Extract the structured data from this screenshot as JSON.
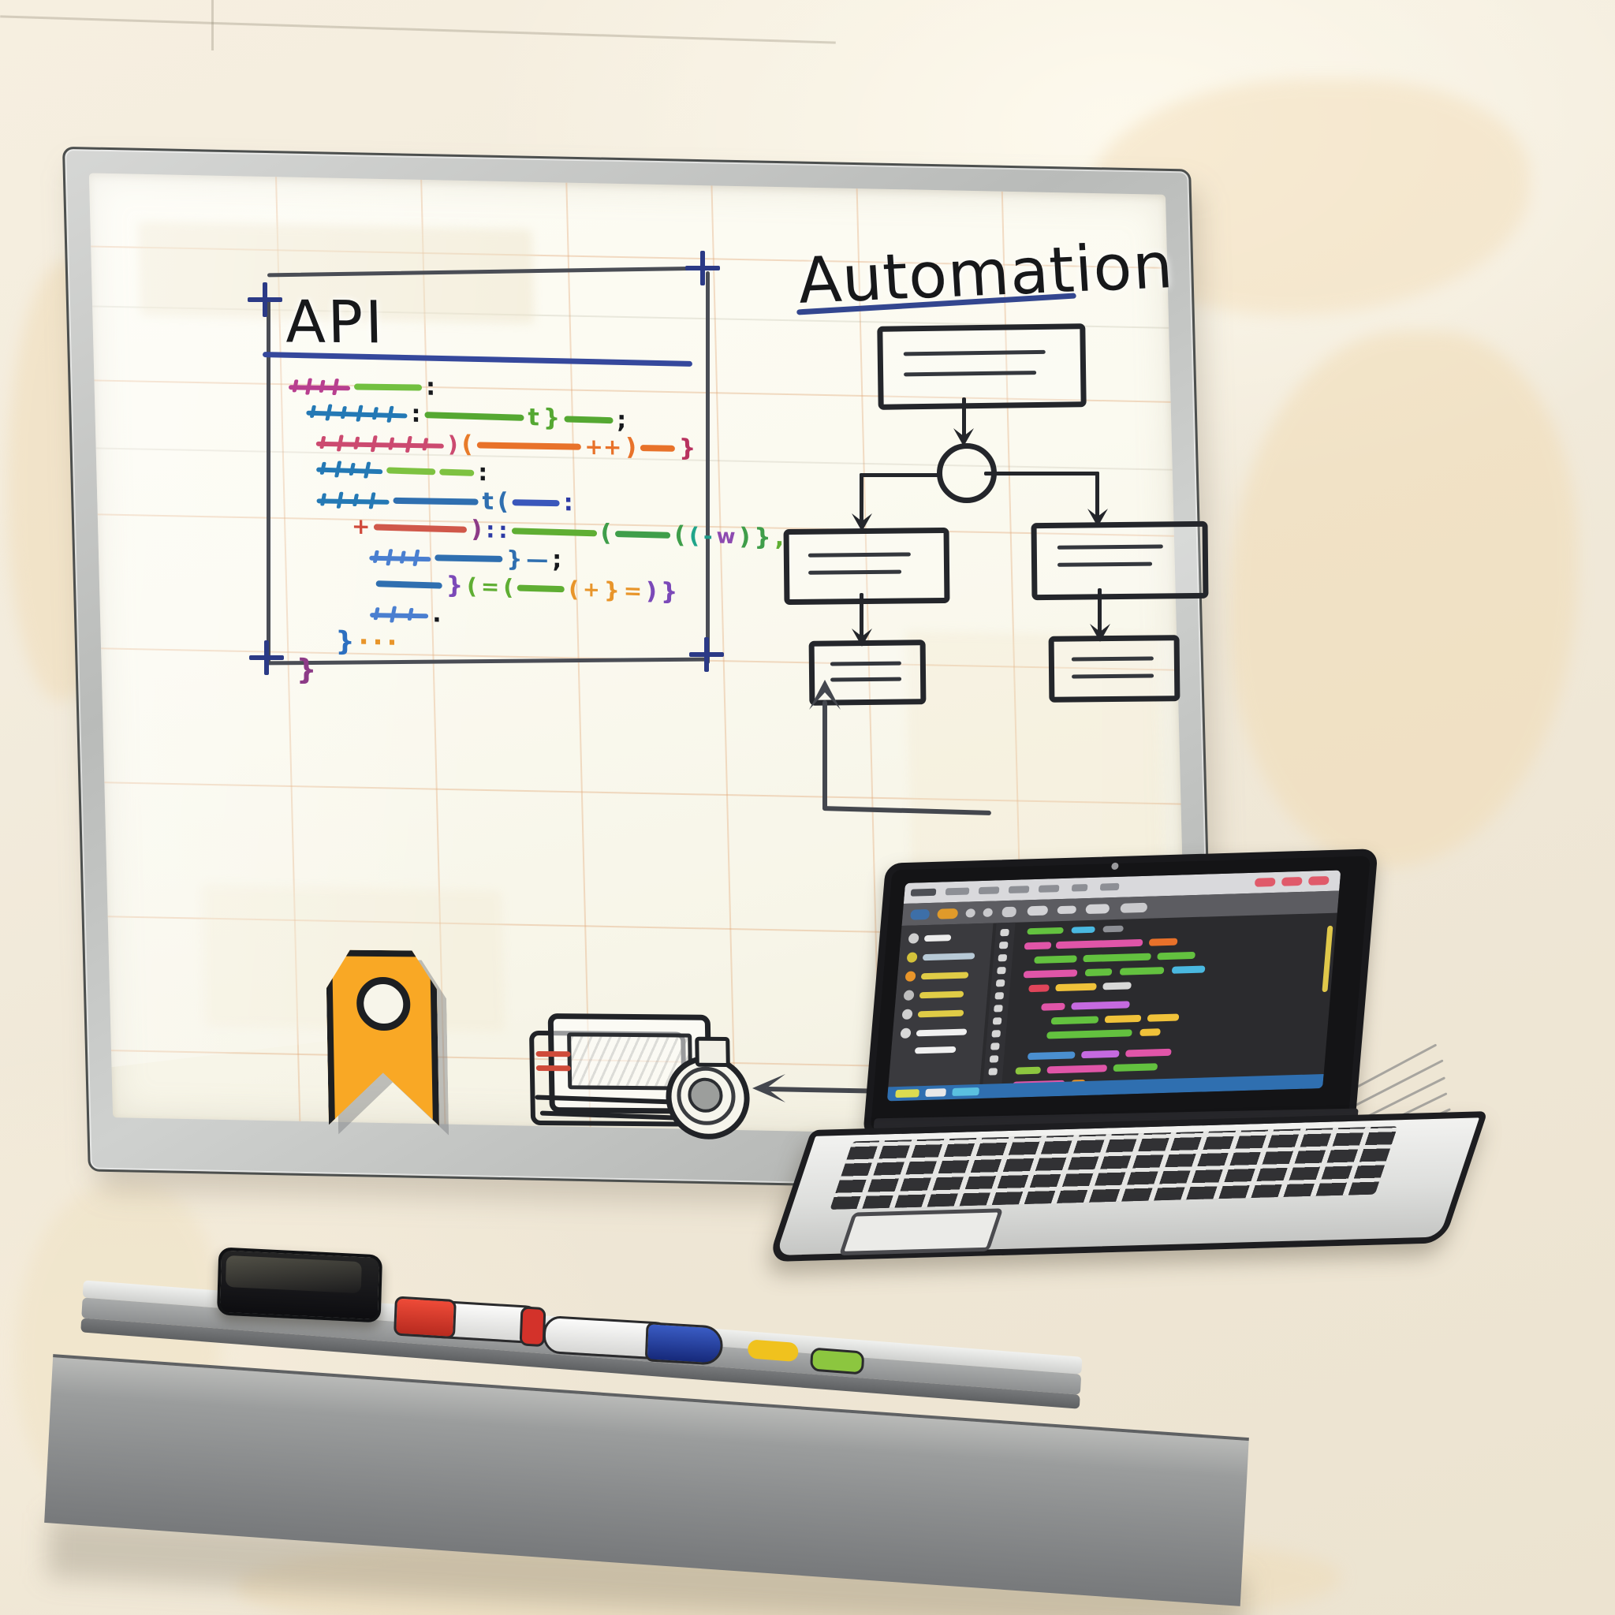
{
  "scene": {
    "kind": "whiteboard-sketch",
    "surface": "office whiteboard on a cream painted wall",
    "board_tint": "#faf8ec",
    "frame_color": "#bcbebc",
    "grid_color": "#e2a878"
  },
  "headings": {
    "api": {
      "text": "API",
      "underline_color": "#35489c"
    },
    "automation": {
      "text": "Automation",
      "underline_color": "#33468f"
    }
  },
  "code_panel": {
    "frame_color": "#4a4d55",
    "corner_marks": 4,
    "corner_mark_color": "#2b3a86",
    "lines": [
      {
        "indent": 0,
        "tokens": [
          {
            "kind": "hatch",
            "color": "#b83f8f",
            "w": 78
          },
          {
            "kind": "bar",
            "color": "#72c040",
            "w": 86
          },
          {
            "kind": "glyph",
            "color": "#16181c",
            "text": ":",
            "size": 30
          }
        ]
      },
      {
        "indent": 22,
        "tokens": [
          {
            "kind": "hatch",
            "color": "#2479b5",
            "w": 128
          },
          {
            "kind": "glyph",
            "color": "#16181c",
            "text": ":",
            "size": 30
          },
          {
            "kind": "bar",
            "color": "#55a832",
            "w": 126
          },
          {
            "kind": "glyph",
            "color": "#55a832",
            "text": "t",
            "size": 30
          },
          {
            "kind": "glyph",
            "color": "#55a832",
            "text": "}",
            "size": 30
          },
          {
            "kind": "bar",
            "color": "#55a832",
            "w": 62
          },
          {
            "kind": "glyph",
            "color": "#16181c",
            "text": ";",
            "size": 30
          }
        ]
      },
      {
        "indent": 34,
        "tokens": [
          {
            "kind": "hatch",
            "color": "#cc4a70",
            "w": 162
          },
          {
            "kind": "glyph",
            "color": "#cc4a70",
            "text": ")",
            "size": 28
          },
          {
            "kind": "glyph",
            "color": "#e87b2a",
            "text": "(",
            "size": 30
          },
          {
            "kind": "bar",
            "color": "#e8722a",
            "w": 132
          },
          {
            "kind": "glyph",
            "color": "#e8722a",
            "text": "++",
            "size": 28
          },
          {
            "kind": "glyph",
            "color": "#e8722a",
            "text": ")",
            "size": 30
          },
          {
            "kind": "bar",
            "color": "#e8722a",
            "w": 44
          },
          {
            "kind": "glyph",
            "color": "#b8325f",
            "text": "}",
            "size": 30
          }
        ]
      },
      {
        "indent": 34,
        "tokens": [
          {
            "kind": "hatch",
            "color": "#2479b5",
            "w": 84
          },
          {
            "kind": "bar",
            "color": "#7ec241",
            "w": 62
          },
          {
            "kind": "bar",
            "color": "#7ec241",
            "w": 44
          },
          {
            "kind": "glyph",
            "color": "#16181c",
            "text": ":",
            "size": 30
          }
        ]
      },
      {
        "indent": 34,
        "tokens": [
          {
            "kind": "hatch",
            "color": "#2479b5",
            "w": 92
          },
          {
            "kind": "bar",
            "color": "#2f6fb0",
            "w": 108
          },
          {
            "kind": "glyph",
            "color": "#2f6fb0",
            "text": "t",
            "size": 30
          },
          {
            "kind": "glyph",
            "color": "#2f6fb0",
            "text": "(",
            "size": 30
          },
          {
            "kind": "bar",
            "color": "#3a57bb",
            "w": 60
          },
          {
            "kind": "glyph",
            "color": "#2c3aa5",
            "text": ":",
            "size": 30
          }
        ]
      },
      {
        "indent": 78,
        "tokens": [
          {
            "kind": "glyph",
            "color": "#d04a3c",
            "text": "+",
            "size": 28
          },
          {
            "kind": "bar",
            "color": "#d0584a",
            "w": 118
          },
          {
            "kind": "glyph",
            "color": "#8d3b87",
            "text": ")",
            "size": 30
          },
          {
            "kind": "glyph",
            "color": "#2c3aa5",
            "text": ":",
            "size": 28
          },
          {
            "kind": "glyph",
            "color": "#2c3aa5",
            "text": ":",
            "size": 28
          },
          {
            "kind": "bar",
            "color": "#5fae33",
            "w": 108
          },
          {
            "kind": "glyph",
            "color": "#3f9e4a",
            "text": "(",
            "size": 30
          },
          {
            "kind": "bar",
            "color": "#3f9e4a",
            "w": 70
          },
          {
            "kind": "glyph",
            "color": "#3f9e4a",
            "text": "(",
            "size": 30
          },
          {
            "kind": "glyph",
            "color": "#20a58a",
            "text": "(",
            "size": 28
          },
          {
            "kind": "glyph",
            "color": "#1f9f8c",
            "text": "-",
            "size": 28
          },
          {
            "kind": "glyph",
            "color": "#8d4ab0",
            "text": "w",
            "size": 26
          },
          {
            "kind": "glyph",
            "color": "#3f9e4a",
            "text": ")",
            "size": 30
          },
          {
            "kind": "glyph",
            "color": "#3f9e4a",
            "text": "}",
            "size": 30
          },
          {
            "kind": "glyph",
            "color": "#5fae33",
            "text": ",",
            "size": 30
          }
        ]
      },
      {
        "indent": 100,
        "tokens": [
          {
            "kind": "hatch",
            "color": "#4a7fd0",
            "w": 78
          },
          {
            "kind": "bar",
            "color": "#2f6fb0",
            "w": 86
          },
          {
            "kind": "glyph",
            "color": "#2f6fb0",
            "text": "}",
            "size": 28
          },
          {
            "kind": "glyph",
            "color": "#2f6fb0",
            "text": "—",
            "size": 28
          },
          {
            "kind": "glyph",
            "color": "#16181c",
            "text": ";",
            "size": 30
          }
        ]
      },
      {
        "indent": 108,
        "tokens": [
          {
            "kind": "bar",
            "color": "#2f6fb0",
            "w": 84
          },
          {
            "kind": "glyph",
            "color": "#7b49b8",
            "text": "}",
            "size": 30
          },
          {
            "kind": "glyph",
            "color": "#5fae33",
            "text": "(",
            "size": 28
          },
          {
            "kind": "glyph",
            "color": "#5fae33",
            "text": "=",
            "size": 28
          },
          {
            "kind": "glyph",
            "color": "#5fae33",
            "text": "(",
            "size": 28
          },
          {
            "kind": "bar",
            "color": "#5fae33",
            "w": 60
          },
          {
            "kind": "glyph",
            "color": "#e8952a",
            "text": "(",
            "size": 28
          },
          {
            "kind": "glyph",
            "color": "#e8952a",
            "text": "+",
            "size": 26
          },
          {
            "kind": "glyph",
            "color": "#e8952a",
            "text": "}",
            "size": 28
          },
          {
            "kind": "glyph",
            "color": "#e8952a",
            "text": "=",
            "size": 28
          },
          {
            "kind": "glyph",
            "color": "#7b49b8",
            "text": ")",
            "size": 30
          },
          {
            "kind": "glyph",
            "color": "#7b49b8",
            "text": "}",
            "size": 30
          }
        ]
      },
      {
        "indent": 100,
        "tokens": [
          {
            "kind": "hatch",
            "color": "#4a7fd0",
            "w": 74
          },
          {
            "kind": "glyph",
            "color": "#16181c",
            "text": ".",
            "size": 30
          }
        ]
      },
      {
        "indent": 56,
        "tokens": [
          {
            "kind": "glyph",
            "color": "#2c6fc0",
            "text": "}",
            "size": 34
          },
          {
            "kind": "glyph",
            "color": "#e8952a",
            "text": "·",
            "size": 34
          },
          {
            "kind": "glyph",
            "color": "#e8952a",
            "text": "·",
            "size": 34
          },
          {
            "kind": "glyph",
            "color": "#e8952a",
            "text": "·",
            "size": 34
          }
        ]
      },
      {
        "indent": 6,
        "tokens": [
          {
            "kind": "glyph",
            "color": "#8d3b87",
            "text": "}",
            "size": 36
          }
        ]
      }
    ]
  },
  "flowchart": {
    "stroke_color": "#24262b",
    "nodes": [
      {
        "name": "root-box",
        "shape": "rect",
        "text_lines": 2
      },
      {
        "name": "decision-node",
        "shape": "circle",
        "text_lines": 0
      },
      {
        "name": "left-branch-box",
        "shape": "rect",
        "text_lines": 2
      },
      {
        "name": "right-branch-box",
        "shape": "rect",
        "text_lines": 2
      },
      {
        "name": "left-leaf-box",
        "shape": "rect",
        "text_lines": 2
      },
      {
        "name": "right-leaf-box",
        "shape": "rect",
        "text_lines": 2
      }
    ],
    "edges": [
      {
        "from": "root-box",
        "to": "decision-node",
        "arrow": "down"
      },
      {
        "from": "decision-node",
        "to": "left-branch-box",
        "arrow": "down"
      },
      {
        "from": "decision-node",
        "to": "right-branch-box",
        "arrow": "down"
      },
      {
        "from": "left-branch-box",
        "to": "left-leaf-box",
        "arrow": "down"
      },
      {
        "from": "right-branch-box",
        "to": "right-leaf-box",
        "arrow": "down"
      }
    ]
  },
  "icons": {
    "bookmark": {
      "label": "bookmark",
      "fill": "#f9a825",
      "outline": "#1d1f22"
    },
    "window_camera": {
      "label": "window with camera lens",
      "outline": "#212327",
      "accent": "#cf4b3a"
    }
  },
  "connectors": [
    {
      "name": "elbow-arrow-up",
      "direction": "up",
      "color": "#44474e"
    },
    {
      "name": "left-arrow",
      "direction": "left",
      "color": "#44474e"
    }
  ],
  "laptop": {
    "body_color": "#1a1a1c",
    "base_color": "#d9dadb",
    "screen": {
      "background": "#2b2b2e",
      "titlebar": "#d9d9dc",
      "sidebar": "#3a3a3e",
      "code_token_colors": [
        "#e055a8",
        "#63c13f",
        "#4ab8e0",
        "#f0c23a",
        "#c56ae0",
        "#e8712a"
      ],
      "sidebar_dot_colors": [
        "#cfcfcf",
        "#d4c23a",
        "#e8952a",
        "#bdbdbd",
        "#cfcfcf",
        "#d8d8d8"
      ],
      "taskbar": "#2f6fb0"
    }
  },
  "tray": {
    "items": [
      {
        "name": "eraser",
        "color": "#15151a"
      },
      {
        "name": "red-marker",
        "color": "#d3322a"
      },
      {
        "name": "blue-marker",
        "color": "#1f3f9e"
      },
      {
        "name": "yellow-magnet",
        "color": "#f0c21e"
      },
      {
        "name": "green-magnet",
        "color": "#8cc63f"
      }
    ]
  }
}
